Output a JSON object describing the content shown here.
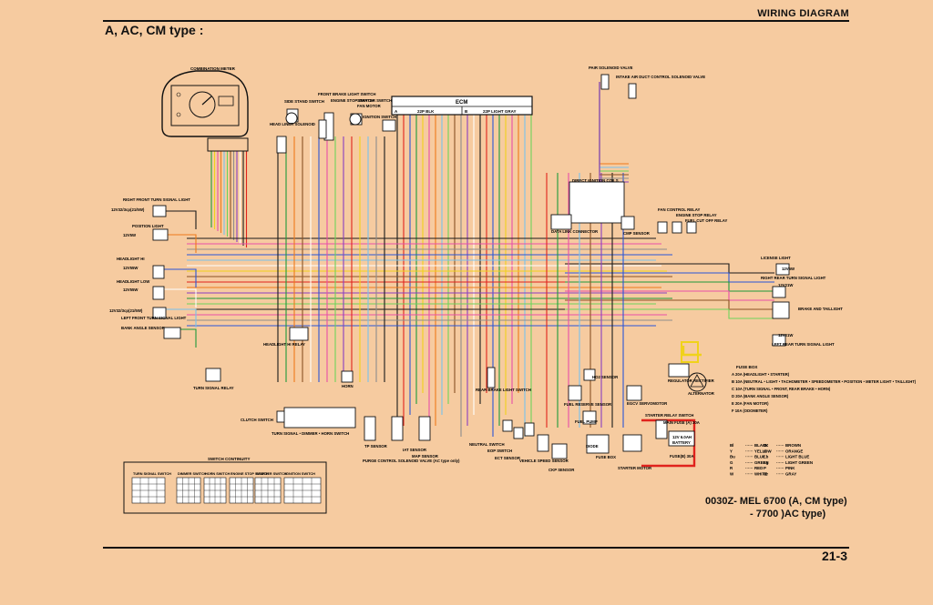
{
  "header": {
    "title": "WIRING DIAGRAM"
  },
  "section_title": "A,  AC, CM  type :",
  "footer": {
    "code_line1": "0030Z- MEL 6700 (A, CM type)",
    "code_line2": "- 7700 )AC type)",
    "page_number": "21-3"
  },
  "ecm": {
    "title": "ECM",
    "connector_a": "22P BLK",
    "connector_b": "22P LIGHT GRAY",
    "a_letter": "A",
    "b_letter": "B"
  },
  "components": {
    "combination_meter": "COMBINATION METER",
    "pair_solenoid": "PAIR SOLENOID VALVE",
    "intake_duct": "INTAKE AIR DUCT CONTROL SOLENOID VALVE",
    "front_brake_switch": "FRONT BRAKE LIGHT SWITCH",
    "engine_stop_switch": "ENGINE STOP SWITCH",
    "starter_fan_motor": "STARTER SWITCH",
    "fan_motor": "FAN MOTOR",
    "side_stand": "SIDE STAND SWITCH",
    "headliner_solenoid": "HEAD LINER SOLENOID",
    "ignition_switch": "IGNITION SWITCH",
    "direct_ignition": "DIRECT IGNITION COILS",
    "data_link": "DATA LINK CONNECTOR",
    "ckp_sensor": "CMP SENSOR",
    "fan_control_relay": "FAN CONTROL RELAY",
    "engine_stop_relay": "ENGINE STOP RELAY",
    "fuel_cutoff_relay": "FUEL CUT OFF RELAY",
    "right_front_turn": "RIGHT FRONT TURN SIGNAL LIGHT",
    "rf_spec": "12V32/3cp(21/5W)",
    "position_light": "POSITION LIGHT",
    "pos_spec": "12V5W",
    "headlight_hi": "HEADLIGHT HI",
    "hi_spec": "12V55W",
    "headlight_lo": "HEADLIGHT LOW",
    "lo_spec": "12V55W",
    "lf_spec": "12V32/3cp(21/5W)",
    "left_front_turn": "LEFT FRONT TURN SIGNAL LIGHT",
    "bank_angle": "BANK ANGLE SENSOR",
    "headlight_relay": "HEADLIGHT HI RELAY",
    "turn_signal_relay": "TURN SIGNAL RELAY",
    "clutch_switch": "CLUTCH SWITCH",
    "turn_dimmer_horn": "TURN SIGNAL • DIMMER • HORN SWITCH",
    "horn": "HORN",
    "license_light": "LICENSE LIGHT",
    "lic_spec": "12V5W",
    "right_rear_turn": "RIGHT REAR TURN SIGNAL LIGHT",
    "rr_spec": "12V21W",
    "brake_taillight": "BRAKE AND TAILLIGHT",
    "left_rear_turn": "LEFT REAR TURN SIGNAL LIGHT",
    "lr_spec": "12V21W",
    "fuse_box_title": "FUSE BOX",
    "regulator": "REGULATOR RECTIFIER",
    "alternator": "ALTERNATOR",
    "rear_brake_switch": "REAR BRAKE LIGHT SWITCH",
    "tp_sensor": "TP SENSOR",
    "iat_sensor": "IAT SENSOR",
    "map_sensor": "MAP SENSOR",
    "purge": "PURGE CONTROL SOLENOID VALVE (AC type only)",
    "neutral_switch": "NEUTRAL SWITCH",
    "eop_switch": "EOP SWITCH",
    "ect_sensor": "ECT SENSOR",
    "vehicle_speed": "VEHICLE SPEED SENSOR",
    "ckp": "CKP SENSOR",
    "fuel_reserve": "FUEL RESERVE SENSOR",
    "fuel_pump": "FUEL PUMP",
    "egcv_servo": "EGCV SERVOMOTOR",
    "starter_relay": "STARTER RELAY SWITCH",
    "main_fuse": "MAIN FUSE (A) 30A",
    "battery": "BATTERY",
    "battery_spec": "12V 6.0AH",
    "fuse_b": "FUSE(B) 30A",
    "fuse_box": "FUSE BOX",
    "starter_motor": "STARTER MOTOR",
    "diode": "DIODE",
    "ho2_sensor": "HO2 SENSOR",
    "switch_continuity": "SWITCH CONTINUITY",
    "sc_turn": "TURN SIGNAL SWITCH",
    "sc_dimmer": "DIMMER SWITCH",
    "sc_horn": "HORN SWITCH",
    "sc_engine_stop": "ENGINE STOP SWITCH",
    "sc_starter": "STARTER SWITCH",
    "sc_ignition": "IGNITION SWITCH"
  },
  "fuse_list": [
    "A 20A  (HEADLIGHT • STARTER)",
    "B 10A  (NEUTRAL • LIGHT • TACHOMETER • SPEEDOMETER • POSITION • METER LIGHT • TAILLIGHT)",
    "C 10A  (TURN SIGNAL • FRONT, REAR BRAKE • HORN)",
    "D 20A  (BANK ANGLE SENSOR)",
    "E 20A  (FAN MOTOR)",
    "F 10A  (ODOMETER)"
  ],
  "color_legend": [
    {
      "code": "Bl",
      "name": "BLACK",
      "code2": "Br",
      "name2": "BROWN"
    },
    {
      "code": "Y",
      "name": "YELLOW",
      "code2": "O",
      "name2": "ORANGE"
    },
    {
      "code": "Bu",
      "name": "BLUE",
      "code2": "Lb",
      "name2": "LIGHT BLUE"
    },
    {
      "code": "G",
      "name": "GREEN",
      "code2": "Lg",
      "name2": "LIGHT GREEN"
    },
    {
      "code": "R",
      "name": "RED",
      "code2": "P",
      "name2": "PINK"
    },
    {
      "code": "W",
      "name": "WHITE",
      "code2": "Gr",
      "name2": "GRAY"
    }
  ],
  "wire_colors": {
    "black": "#1a1a1a",
    "red": "#e0221c",
    "blue": "#2a55d8",
    "green": "#1e9a3a",
    "yellow": "#f0d21a",
    "pink": "#e84fa8",
    "orange": "#ee7a1a",
    "lightblue": "#78c2ee",
    "lightgreen": "#6ed35a",
    "brown": "#8a5224",
    "gray": "#8d8d8d",
    "white": "#ffffff",
    "purple": "#8a3ec2",
    "background": "#f6cba0"
  }
}
